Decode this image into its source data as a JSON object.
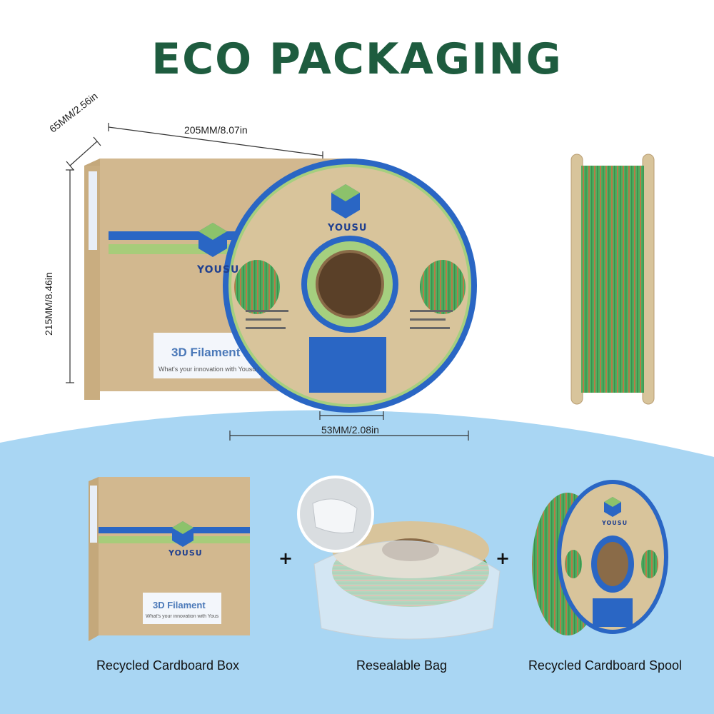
{
  "title": "ECO PACKAGING",
  "colors": {
    "title_green": "#1e5c3f",
    "wave_blue": "#a9d6f3",
    "cardboard": "#d2b88f",
    "spool_blue": "#2a66c4",
    "filament_green": "#4fae5f",
    "filament_copper": "#b77a48"
  },
  "dimensions": {
    "width": "205MM/8.07in",
    "depth": "65MM/2.56in",
    "height": "215MM/8.46in",
    "hub": "53MM/2.08in"
  },
  "brand": "YOUSU",
  "box": {
    "label": "3D Filament",
    "tagline": "What's your innovation with Yousu filament"
  },
  "small_box": {
    "label": "3D Filament",
    "tagline": "What's your innovation with Yousu filament"
  },
  "plus_sign": "+",
  "captions": {
    "box": "Recycled Cardboard Box",
    "bag": "Resealable Bag",
    "spool": "Recycled Cardboard Spool"
  }
}
